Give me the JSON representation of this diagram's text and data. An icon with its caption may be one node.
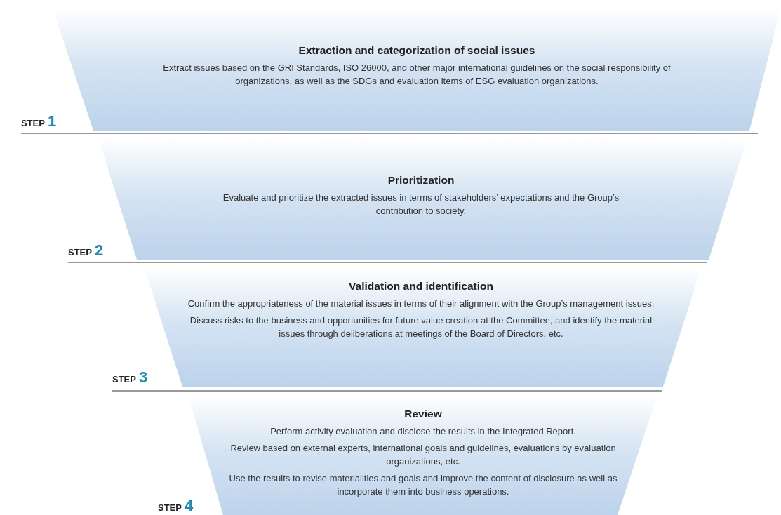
{
  "diagram": {
    "nodes": [
      {
        "text": [
          "Extraction and categorization of social issues",
          "Extract issues based on the GRI Standards, ISO 26000, and other major international guidelines on the social responsibility of organizations, as well as the SDGs and evaluation items of ESG evaluation organizations."
        ],
        "beside": [
          "STEP 1"
        ]
      },
      {
        "text": [
          "Prioritization",
          "Evaluate and prioritize the extracted issues in terms of stakeholders’ expectations and the Group’s contribution to society."
        ],
        "beside": [
          "STEP 2"
        ]
      },
      {
        "text": [
          "Validation and identification",
          "Confirm the appropriateness of the material issues in terms of their alignment with the Group’s management issues.",
          "Discuss risks to the business and opportunities for future value creation at the Committee, and identify the material issues through deliberations at meetings of the Board of Directors, etc."
        ],
        "beside": [
          "STEP 3"
        ]
      },
      {
        "text": [
          "Review",
          "Perform activity evaluation and disclose the results in the Integrated Report.",
          "Review based on external experts, international goals and guidelines, evaluations by evaluation organizations, etc.",
          "Use the results to revise materialities and goals and improve the content of disclosure as well as incorporate them into business operations."
        ],
        "beside": [
          "STEP 4"
        ]
      }
    ],
    "edges": []
  }
}
